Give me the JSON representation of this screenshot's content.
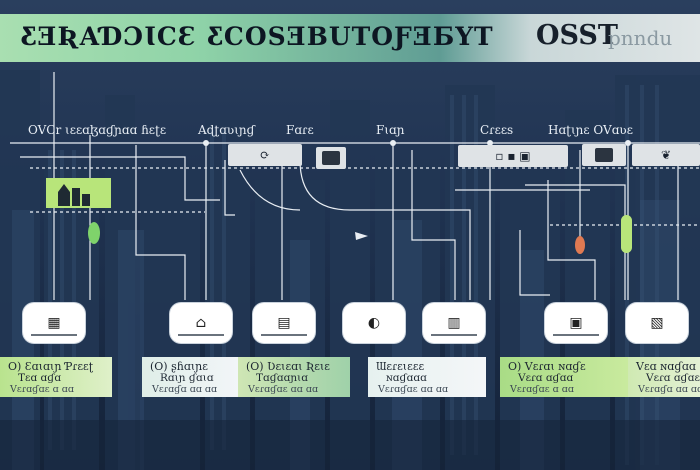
{
  "header": {
    "title": "ƸƎƦАƊƆƖϹƐ ƸϹOSƎBUTOƑƎƂYT",
    "right_word": "OSST",
    "right_faded": "pnndu"
  },
  "top_labels": [
    "OVCr ɩɛɛɑɮɑɠɲɑɑ ɦɛʈɛ",
    "Aɖʈɑʋɩɲɠ",
    "Fɑɾɛ",
    "Fɩɑɲ",
    "Cɾɛɛs",
    "Hɑʈɩɲɛ OVɑʋɛ"
  ],
  "nodes": [
    {
      "icon_name": "photo-icon",
      "icon": "▦"
    },
    {
      "icon_name": "building-icon",
      "icon": "⌂"
    },
    {
      "icon_name": "screen-icon",
      "icon": "▤"
    },
    {
      "icon_name": "chat-bubble-icon",
      "icon": "◐"
    },
    {
      "icon_name": "folder-icon",
      "icon": "▥"
    },
    {
      "icon_name": "monitor-icon",
      "icon": "▣"
    },
    {
      "icon_name": "book-icon",
      "icon": "▧"
    }
  ],
  "cards": [
    {
      "line1": "O) Ɛɑɩɑɩɲ Ƥɾɛɛʈ",
      "line2": "Tɛɑ ɑɠɑ",
      "line3": "Vɛɾɑɠɑɛ ɑ ɑɑ"
    },
    {
      "line1": "(O) ʂɦɑɩɲɛ",
      "line2": "Rɑɩɲ ɠɑɩɑ",
      "line3": "Vɛɾɑɠɑ ɑɑ ɑɑ"
    },
    {
      "line1": "(O) Ʋɛɩɛɑɩ Ʀɛɩɛ",
      "line2": "Tɑɠɑɑɲɩɑ",
      "line3": "Vɛɾɑɠɑɛ ɑɑ ɑɑ"
    },
    {
      "line1": "Ɯɛɾɛɩɛɛɛ",
      "line2": "ɴɑɠɑɑɑ",
      "line3": "Vɛɾɑɠɑɛ ɑɑ ɑɑ"
    },
    {
      "line1": "O) Vɛɾɑɩ ɴɑɠɛ",
      "line2": "Vɛɾɑ ɑɠɑɑ",
      "line3": "Vɛɾɑɠɑɛ ɑ ɑɑ"
    },
    {
      "line1": "Vɛɑ ɴɑɠɑɑ",
      "line2": "Vɛɾɑ ɑɠɑɛ",
      "line3": "Vɛɾɑɠɑ ɑɑ ɑɑ"
    }
  ],
  "colors": {
    "banner_green": "#a9dfb1",
    "highlight_green": "#b8e57a",
    "card_white": "#f2f5f8",
    "card_green": "#b9e38e",
    "background": "#1b2c45",
    "line": "#e9eef3",
    "bulb_green": "#7fd36b",
    "bulb_orange": "#e07a52"
  }
}
